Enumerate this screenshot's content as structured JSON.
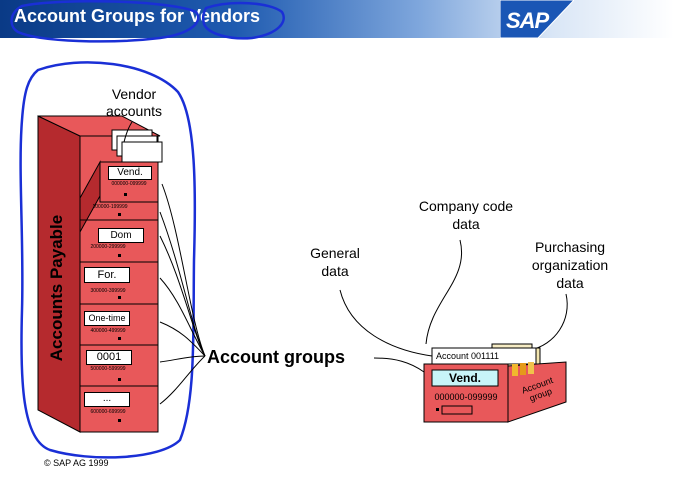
{
  "header": {
    "title": "Account Groups for Vendors",
    "logo": "SAP"
  },
  "cabinet": {
    "side_label": "Accounts Payable",
    "folders_label": "Vendor accounts",
    "drawers": [
      {
        "label": "Vend.",
        "range": "000000-099999"
      },
      {
        "label": "",
        "range": "100000-199999"
      },
      {
        "label": "Dom",
        "range": "200000-299999"
      },
      {
        "label": "For.",
        "range": "300000-399999"
      },
      {
        "label": "One-time",
        "range": "400000-499999"
      },
      {
        "label": "0001",
        "range": "500000-599999"
      },
      {
        "label": "...",
        "range": "600000-699999"
      }
    ]
  },
  "account_groups_label": "Account groups",
  "record_box": {
    "general_data": "General data",
    "company_code_data": "Company code data",
    "purchasing_org_data": "Purchasing organization data",
    "card_title": "Account 001111",
    "front_label": "Vend.",
    "front_range": "000000-099999",
    "side_label": "Account group"
  },
  "footer": {
    "copyright": "SAP AG 1999"
  },
  "colors": {
    "header_blue": "#0a3a86",
    "cabinet_red": "#e8585a",
    "cabinet_dark": "#b52a2e",
    "annotation_blue": "#1a2fd6",
    "label_cyan": "#c8f4f8"
  }
}
